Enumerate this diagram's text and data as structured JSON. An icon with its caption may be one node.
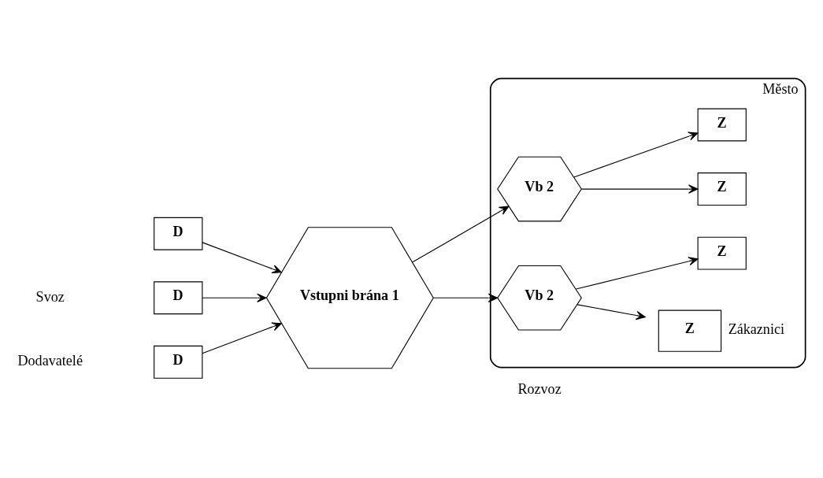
{
  "diagram": {
    "nodes": [
      {
        "text": [
          "D"
        ]
      },
      {
        "text": [
          "D"
        ]
      },
      {
        "text": [
          "D"
        ]
      },
      {
        "text": [
          "Vstupni brána 1"
        ]
      },
      {
        "text": [
          "Město"
        ]
      },
      {
        "text": [
          "Vb 2"
        ],
        "in": 4
      },
      {
        "text": [
          "Z"
        ],
        "in": 4
      },
      {
        "text": [
          "Z"
        ],
        "in": 4
      },
      {
        "text": [
          "Vb 2"
        ],
        "in": 4
      },
      {
        "text": [
          "Z"
        ],
        "in": 4,
        "beside": [
          "Zákaznici"
        ]
      },
      {
        "text": [
          "Z"
        ],
        "in": 4
      }
    ],
    "edges": [
      {
        "from": 0,
        "to": 3,
        "arrow": "to"
      },
      {
        "from": 1,
        "to": 3,
        "arrow": "to"
      },
      {
        "from": 2,
        "to": 3,
        "arrow": "to"
      },
      {
        "from": 3,
        "to": 5,
        "arrow": "to"
      },
      {
        "from": 3,
        "to": 8,
        "arrow": "to"
      },
      {
        "from": 5,
        "to": 6,
        "arrow": "to"
      },
      {
        "from": 5,
        "to": 7,
        "arrow": "to"
      },
      {
        "from": 8,
        "to": 9,
        "arrow": "to"
      },
      {
        "from": 8,
        "to": 10,
        "arrow": "to"
      }
    ],
    "labels": [
      "Dodavatelé",
      "Svoz",
      "Rozvoz"
    ]
  }
}
